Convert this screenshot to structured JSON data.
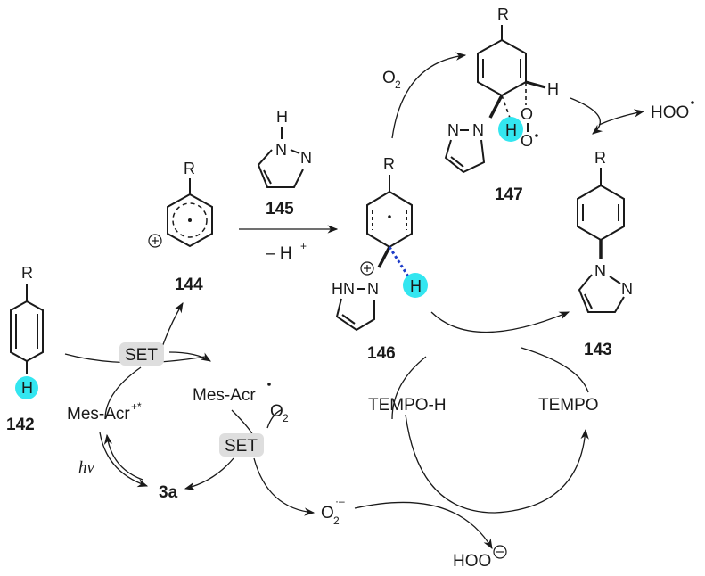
{
  "labels": {
    "set1": "SET",
    "set2": "SET",
    "mesacr": "Mes-Acr",
    "mesacr_star": "Mes-Acr",
    "mesacr_star_sup": "+*",
    "hv": "hν",
    "c3a": "3a",
    "o2_top": "O",
    "o2_top_sub": "2",
    "o2_mid": "O",
    "o2_mid_sub": "2",
    "o2_rad": "O",
    "o2_rad_sub": "2",
    "o2_rad_sup": "·–",
    "hoo_rad": "HOO",
    "hoo_minus": "HOO",
    "tempo_h": "TEMPO-H",
    "tempo": "TEMPO",
    "minus_h": "– H",
    "minus_h_sup": "+"
  },
  "compounds": {
    "c142": "142",
    "c143": "143",
    "c144": "144",
    "c145": "145",
    "c146": "146",
    "c147": "147"
  },
  "atoms": {
    "R": "R",
    "H": "H",
    "N": "N",
    "HN": "HN",
    "O": "O"
  },
  "colors": {
    "highlight": "#33e6f0",
    "set_box": "#dedede",
    "dashed_bond": "#1e3cc8"
  }
}
